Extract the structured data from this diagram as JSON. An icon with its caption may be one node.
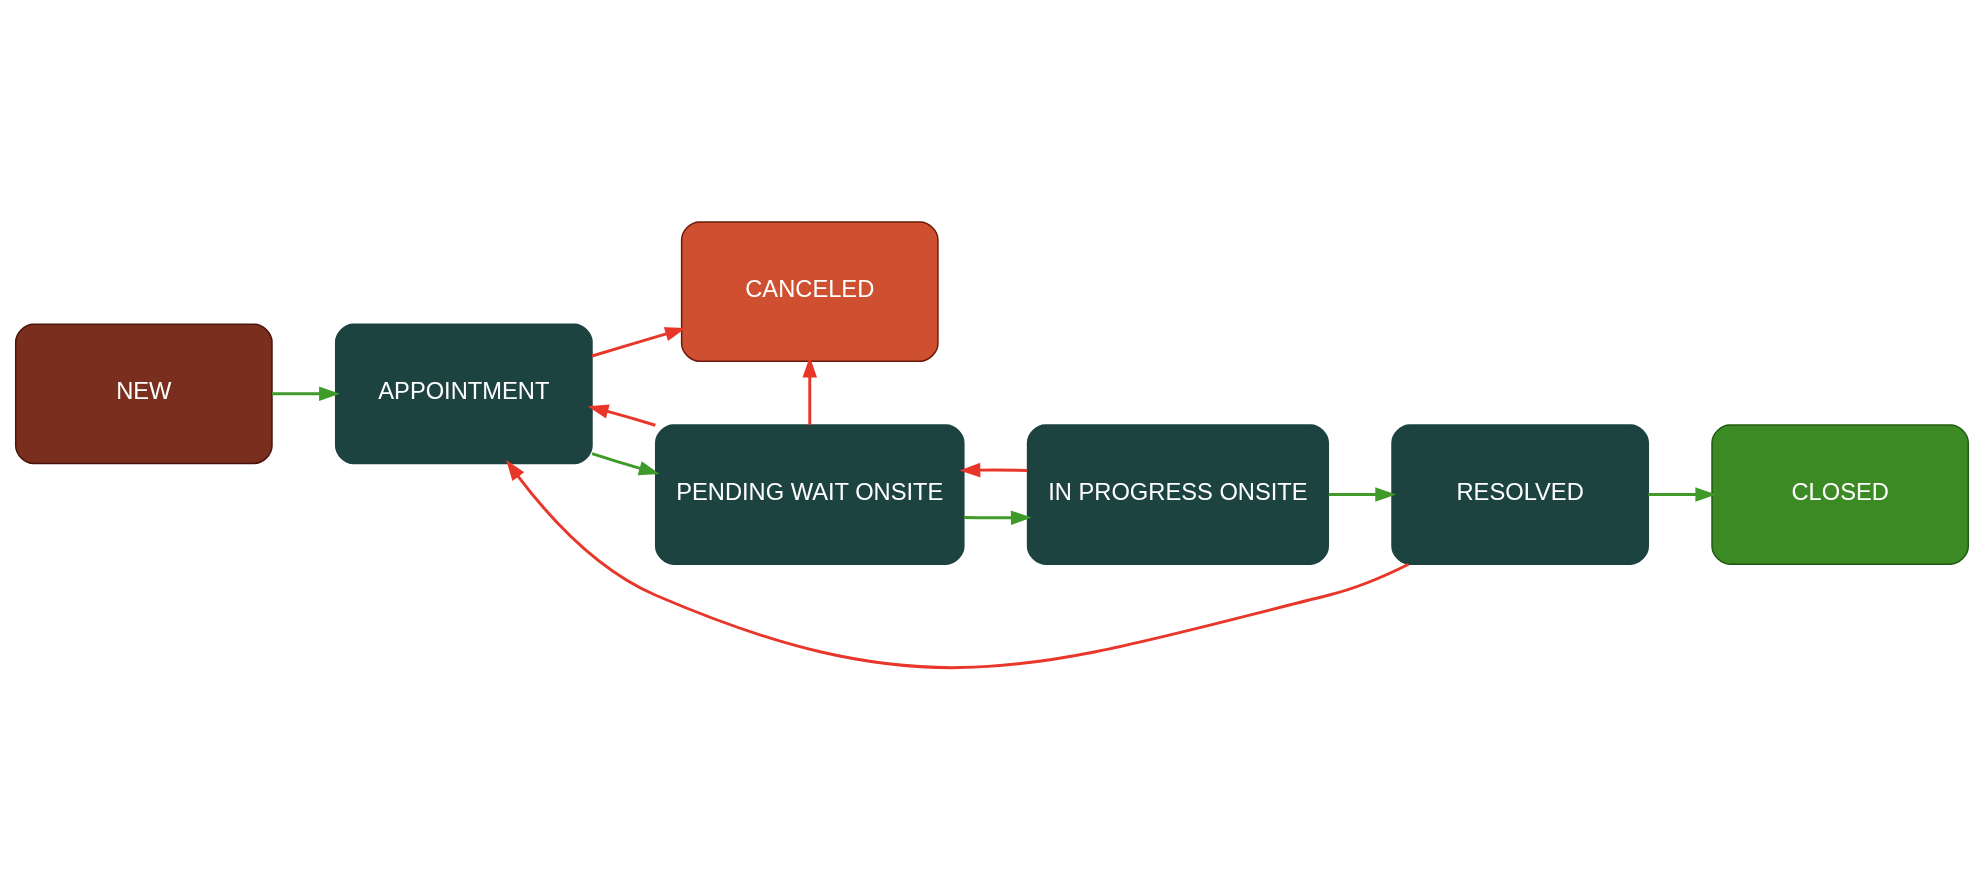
{
  "diagram": {
    "nodes": [
      {
        "text": [
          "NEW"
        ]
      },
      {
        "text": [
          "APPOINTMENT"
        ]
      },
      {
        "text": [
          "CANCELED"
        ]
      },
      {
        "text": [
          "PENDING WAIT ONSITE"
        ]
      },
      {
        "text": [
          "IN PROGRESS ONSITE"
        ]
      },
      {
        "text": [
          "RESOLVED"
        ]
      },
      {
        "text": [
          "CLOSED"
        ]
      }
    ],
    "edges": [
      {
        "from": 0,
        "to": 1,
        "arrow": "to",
        "color": "#3f9a2a"
      },
      {
        "from": 1,
        "to": 3,
        "arrow": "to",
        "color": "#3f9a2a"
      },
      {
        "from": 3,
        "to": 4,
        "arrow": "to",
        "color": "#3f9a2a"
      },
      {
        "from": 4,
        "to": 5,
        "arrow": "to",
        "color": "#3f9a2a"
      },
      {
        "from": 5,
        "to": 6,
        "arrow": "to",
        "color": "#3f9a2a"
      },
      {
        "from": 1,
        "to": 2,
        "arrow": "to",
        "color": "#e8372a"
      },
      {
        "from": 3,
        "to": 2,
        "arrow": "to",
        "color": "#e8372a"
      },
      {
        "from": 3,
        "to": 1,
        "arrow": "to",
        "color": "#e8372a"
      },
      {
        "from": 4,
        "to": 3,
        "arrow": "to",
        "color": "#e8372a"
      },
      {
        "from": 5,
        "to": 1,
        "arrow": "to",
        "color": "#e8372a"
      }
    ]
  }
}
